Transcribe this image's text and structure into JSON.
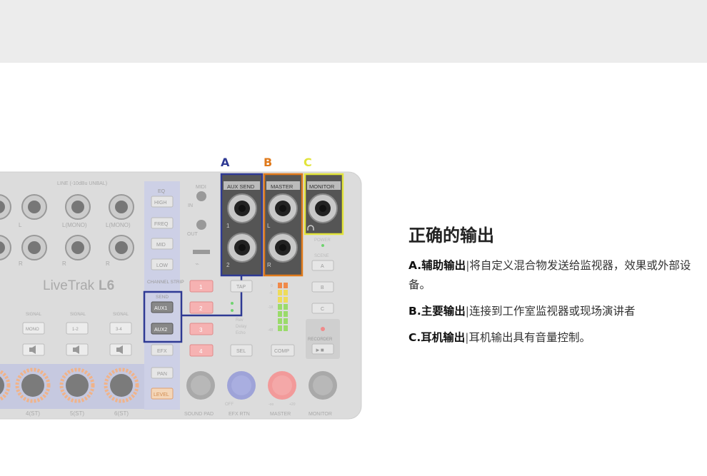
{
  "banner": {
    "color": "#ececec"
  },
  "markers": {
    "a": "A",
    "b": "B",
    "c": "C",
    "colors": {
      "a": "#2f3a94",
      "b": "#e07a1b",
      "c": "#e2e43a"
    }
  },
  "device": {
    "top_label": "LINE (-10dBu UNBAL)",
    "brand": "LiveTrak",
    "model": "L6",
    "eq_label": "EQ",
    "eq_buttons": [
      "HIGH",
      "FREQ",
      "MID",
      "LOW"
    ],
    "channel_strip": "CHANNEL STRIP",
    "send_label": "SEND",
    "send_buttons": [
      "AUX1",
      "AUX2",
      "EFX",
      "PAN",
      "LEVEL"
    ],
    "midi": "MIDI",
    "midi_in": "IN",
    "midi_out": "OUT",
    "usb_icon": "usb-icon",
    "sound_pad_buttons": [
      "1",
      "2",
      "3",
      "4"
    ],
    "sound_pad": "SOUND PAD",
    "aux_send": "AUX SEND",
    "aux_nums": [
      "1",
      "2"
    ],
    "master": "MASTER",
    "master_lr": [
      "L",
      "R"
    ],
    "monitor": "MONITOR",
    "power": "POWER",
    "scene": "SCENE",
    "scene_buttons": [
      "A",
      "B",
      "C"
    ],
    "recorder": "RECORDER",
    "tap": "TAP",
    "sel": "SEL",
    "comp": "COMP",
    "efx_rtn": "EFX RTN",
    "off": "OFF",
    "channels": [
      "4(ST)",
      "5(ST)",
      "6(ST)"
    ],
    "signal": "SIGNAL",
    "ch_buttons": [
      "MONO",
      "1-2",
      "3-4"
    ],
    "meter_labels": [
      "0",
      "-6",
      "-18",
      "-48"
    ],
    "jack_labels": [
      "L",
      "L(MONO)",
      "L(MONO)",
      "R",
      "R",
      "R"
    ],
    "knob_marks": [
      "-oo",
      "+20"
    ],
    "efx_modes": [
      "Rev",
      "Delay",
      "Echo"
    ]
  },
  "info": {
    "heading": "正确的输出",
    "items": [
      {
        "label": "A.辅助输出",
        "sep": "|",
        "text": "将自定义混合物发送给监视器，效果或外部设备。"
      },
      {
        "label": "B.主要输出",
        "sep": "|",
        "text": "连接到工作室监视器或现场演讲者"
      },
      {
        "label": "C.耳机输出",
        "sep": "|",
        "text": "耳机输出具有音量控制。"
      }
    ]
  }
}
